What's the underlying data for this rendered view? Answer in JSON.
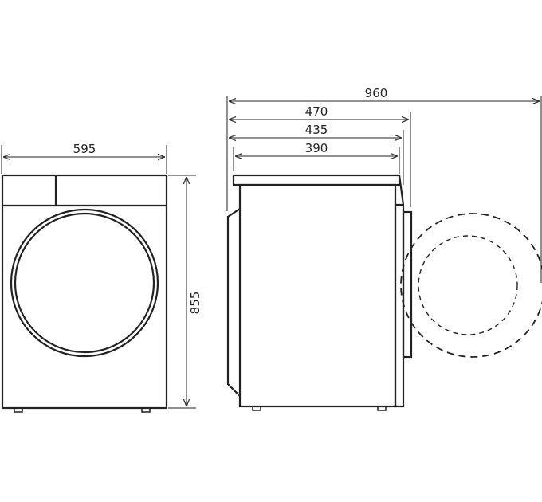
{
  "dimensions": {
    "front_width": "595",
    "height": "855",
    "depth_open_door": "960",
    "depth_total": "470",
    "depth_with_door": "435",
    "depth_body": "390"
  },
  "colors": {
    "line": "#222222",
    "dim_line": "#333333"
  }
}
